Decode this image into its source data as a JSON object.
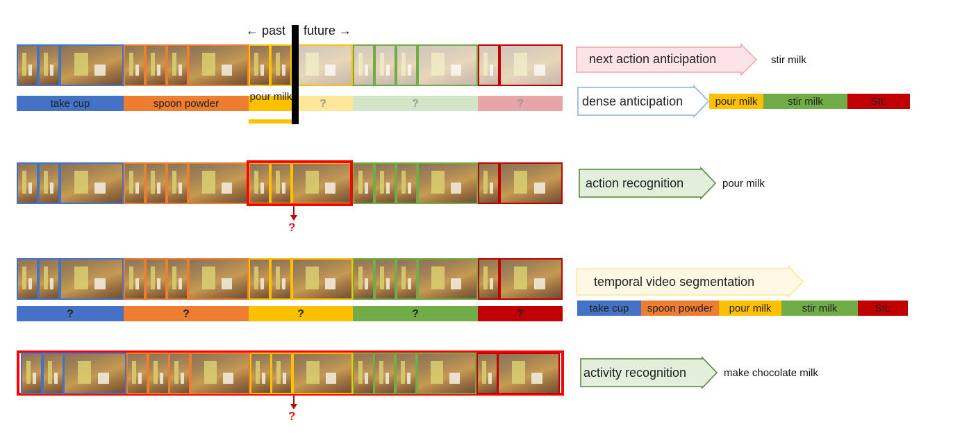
{
  "header": {
    "past_label": "past",
    "future_label": "future"
  },
  "colors": {
    "take_cup": "#4472c4",
    "spoon_powder": "#ed7d31",
    "pour_milk": "#ffc000",
    "stir_milk": "#70ad47",
    "sil": "#c00000",
    "highlight": "#ff0000"
  },
  "rows": [
    {
      "segments": [
        {
          "label": "take cup",
          "color": "#4472c4",
          "faded": false
        },
        {
          "label": "spoon powder",
          "color": "#ed7d31",
          "faded": false
        },
        {
          "label": "pour milk",
          "color": "#ffc000",
          "faded": false
        },
        {
          "label": "?",
          "color": "#ffc000",
          "faded": true
        },
        {
          "label": "?",
          "color": "#70ad47",
          "faded": true
        },
        {
          "label": "?",
          "color": "#c00000",
          "faded": true
        }
      ]
    },
    {},
    {
      "segments": [
        {
          "label": "?",
          "color": "#4472c4",
          "faded": false
        },
        {
          "label": "?",
          "color": "#ed7d31",
          "faded": false
        },
        {
          "label": "?",
          "color": "#ffc000",
          "faded": false
        },
        {
          "label": "?",
          "color": "#70ad47",
          "faded": false
        },
        {
          "label": "?",
          "color": "#c00000",
          "faded": false
        }
      ]
    }
  ],
  "tasks": [
    {
      "name": "next action anticipation",
      "fill": "#fce4e6",
      "stroke": "#f4a3ab",
      "result": "stir milk"
    },
    {
      "name": "dense anticipation",
      "fill": "#ffffff",
      "stroke": "#8faadc",
      "result_segments": [
        {
          "label": "pour milk",
          "color": "#ffc000"
        },
        {
          "label": "stir milk",
          "color": "#70ad47"
        },
        {
          "label": "SIL",
          "color": "#c00000"
        }
      ]
    },
    {
      "name": "action recognition",
      "fill": "#e2efda",
      "stroke": "#548235",
      "result": "pour milk"
    },
    {
      "name": "temporal video segmentation",
      "fill": "#fff8e5",
      "stroke": "#ffe699",
      "result_segments": [
        {
          "label": "take cup",
          "color": "#4472c4"
        },
        {
          "label": "spoon powder",
          "color": "#ed7d31"
        },
        {
          "label": "pour milk",
          "color": "#ffc000"
        },
        {
          "label": "stir milk",
          "color": "#70ad47"
        },
        {
          "label": "SIL",
          "color": "#c00000"
        }
      ]
    },
    {
      "name": "activity recognition",
      "fill": "#e2efda",
      "stroke": "#548235",
      "result": "make chocolate milk"
    }
  ],
  "question_mark": "?"
}
